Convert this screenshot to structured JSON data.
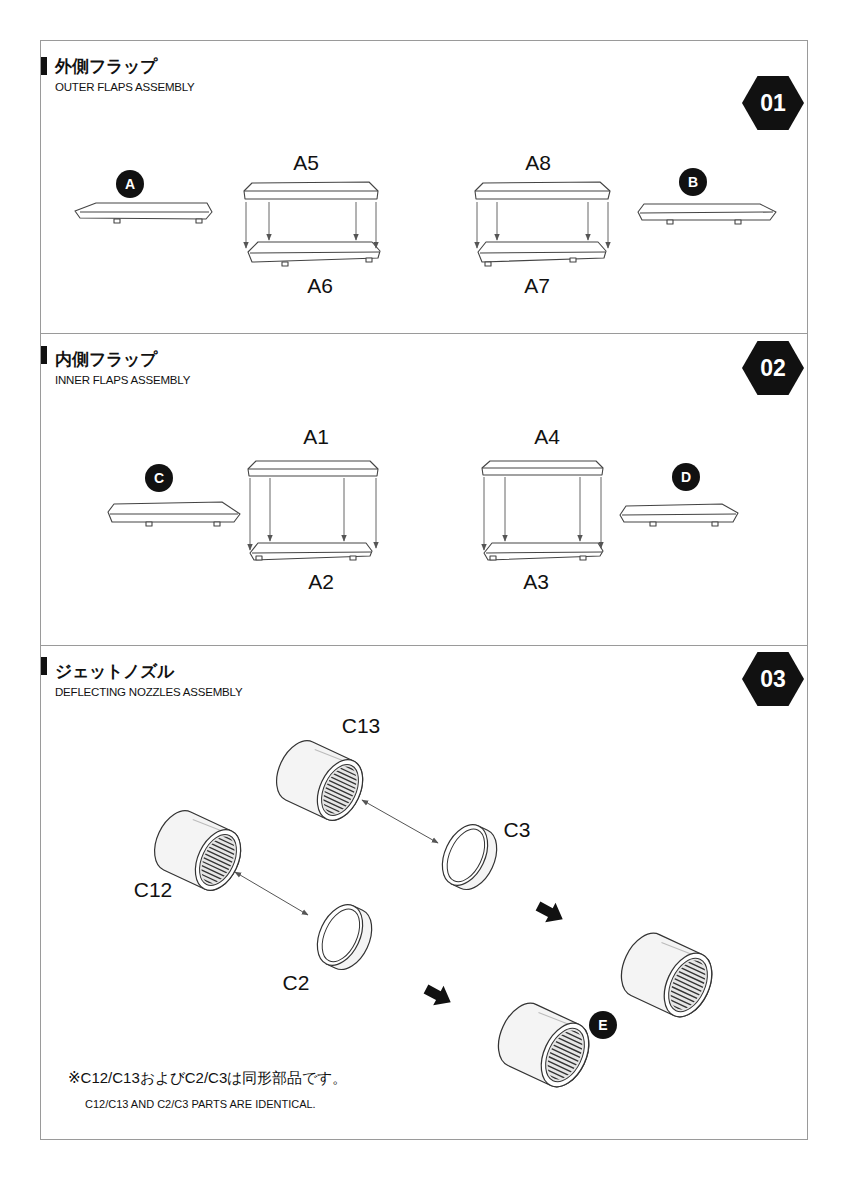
{
  "diagram": {
    "nodes": [
      {
        "text": [
          "外側フラップ",
          "OUTER FLAPS ASSEMBLY"
        ]
      },
      {
        "text": [
          "01"
        ],
        "in": 0
      },
      {
        "text": [
          "A"
        ],
        "in": 0
      },
      {
        "text": [
          "B"
        ],
        "in": 0
      },
      {
        "text": [
          "内側フラップ",
          "INNER FLAPS ASSEMBLY"
        ]
      },
      {
        "text": [
          "02"
        ],
        "in": 4
      },
      {
        "text": [
          "C"
        ],
        "in": 4
      },
      {
        "text": [
          "D"
        ],
        "in": 4
      },
      {
        "text": [
          "ジェットノズル",
          "DEFLECTING NOZZLES ASSEMBLY"
        ]
      },
      {
        "text": [
          "03"
        ],
        "in": 8
      },
      {
        "text": [
          "E"
        ],
        "in": 8
      }
    ],
    "labels": [
      "A5",
      "A6",
      "A8",
      "A7",
      "A1",
      "A2",
      "A4",
      "A3",
      "C13",
      "C3",
      "C12",
      "C2",
      "※C12/C13およびC2/C3は同形部品です。",
      "C12/C13 AND C2/C3 PARTS ARE IDENTICAL."
    ]
  }
}
